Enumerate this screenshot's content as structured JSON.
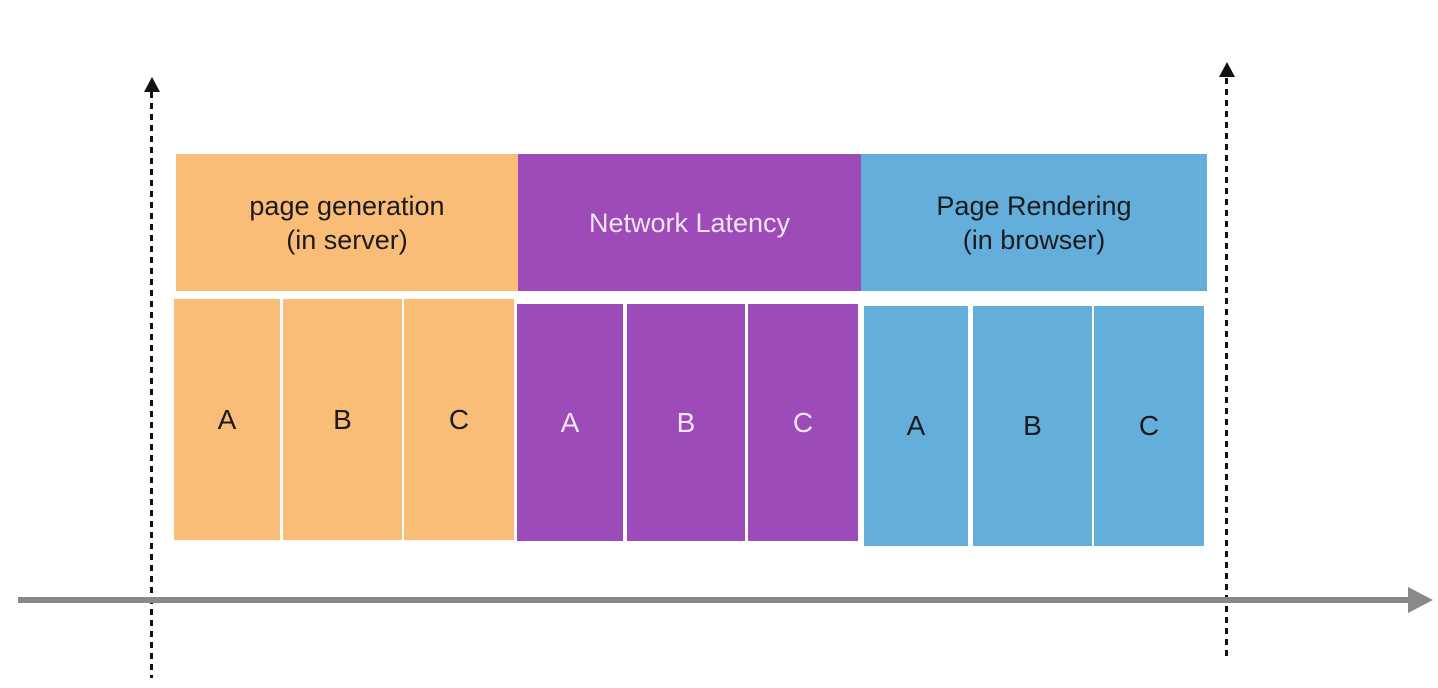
{
  "diagram": {
    "background": "#FFFFFF",
    "axis_color": "#898989",
    "dashed_line_color": "#111111",
    "phases": [
      {
        "id": "page-generation",
        "title_line1": "page generation",
        "title_line2": "(in server)",
        "block_color": "#F9BD77",
        "text_color": "#1B1B1D",
        "items": [
          "A",
          "B",
          "C"
        ]
      },
      {
        "id": "network-latency",
        "title_line1": "Network Latency",
        "title_line2": "",
        "block_color": "#9C4BB8",
        "text_color": "#F2E4F6",
        "items": [
          "A",
          "B",
          "C"
        ]
      },
      {
        "id": "page-rendering",
        "title_line1": "Page Rendering",
        "title_line2": "(in browser)",
        "block_color": "#64AEDB",
        "text_color": "#1B1B1D",
        "items": [
          "A",
          "B",
          "C"
        ]
      }
    ]
  }
}
